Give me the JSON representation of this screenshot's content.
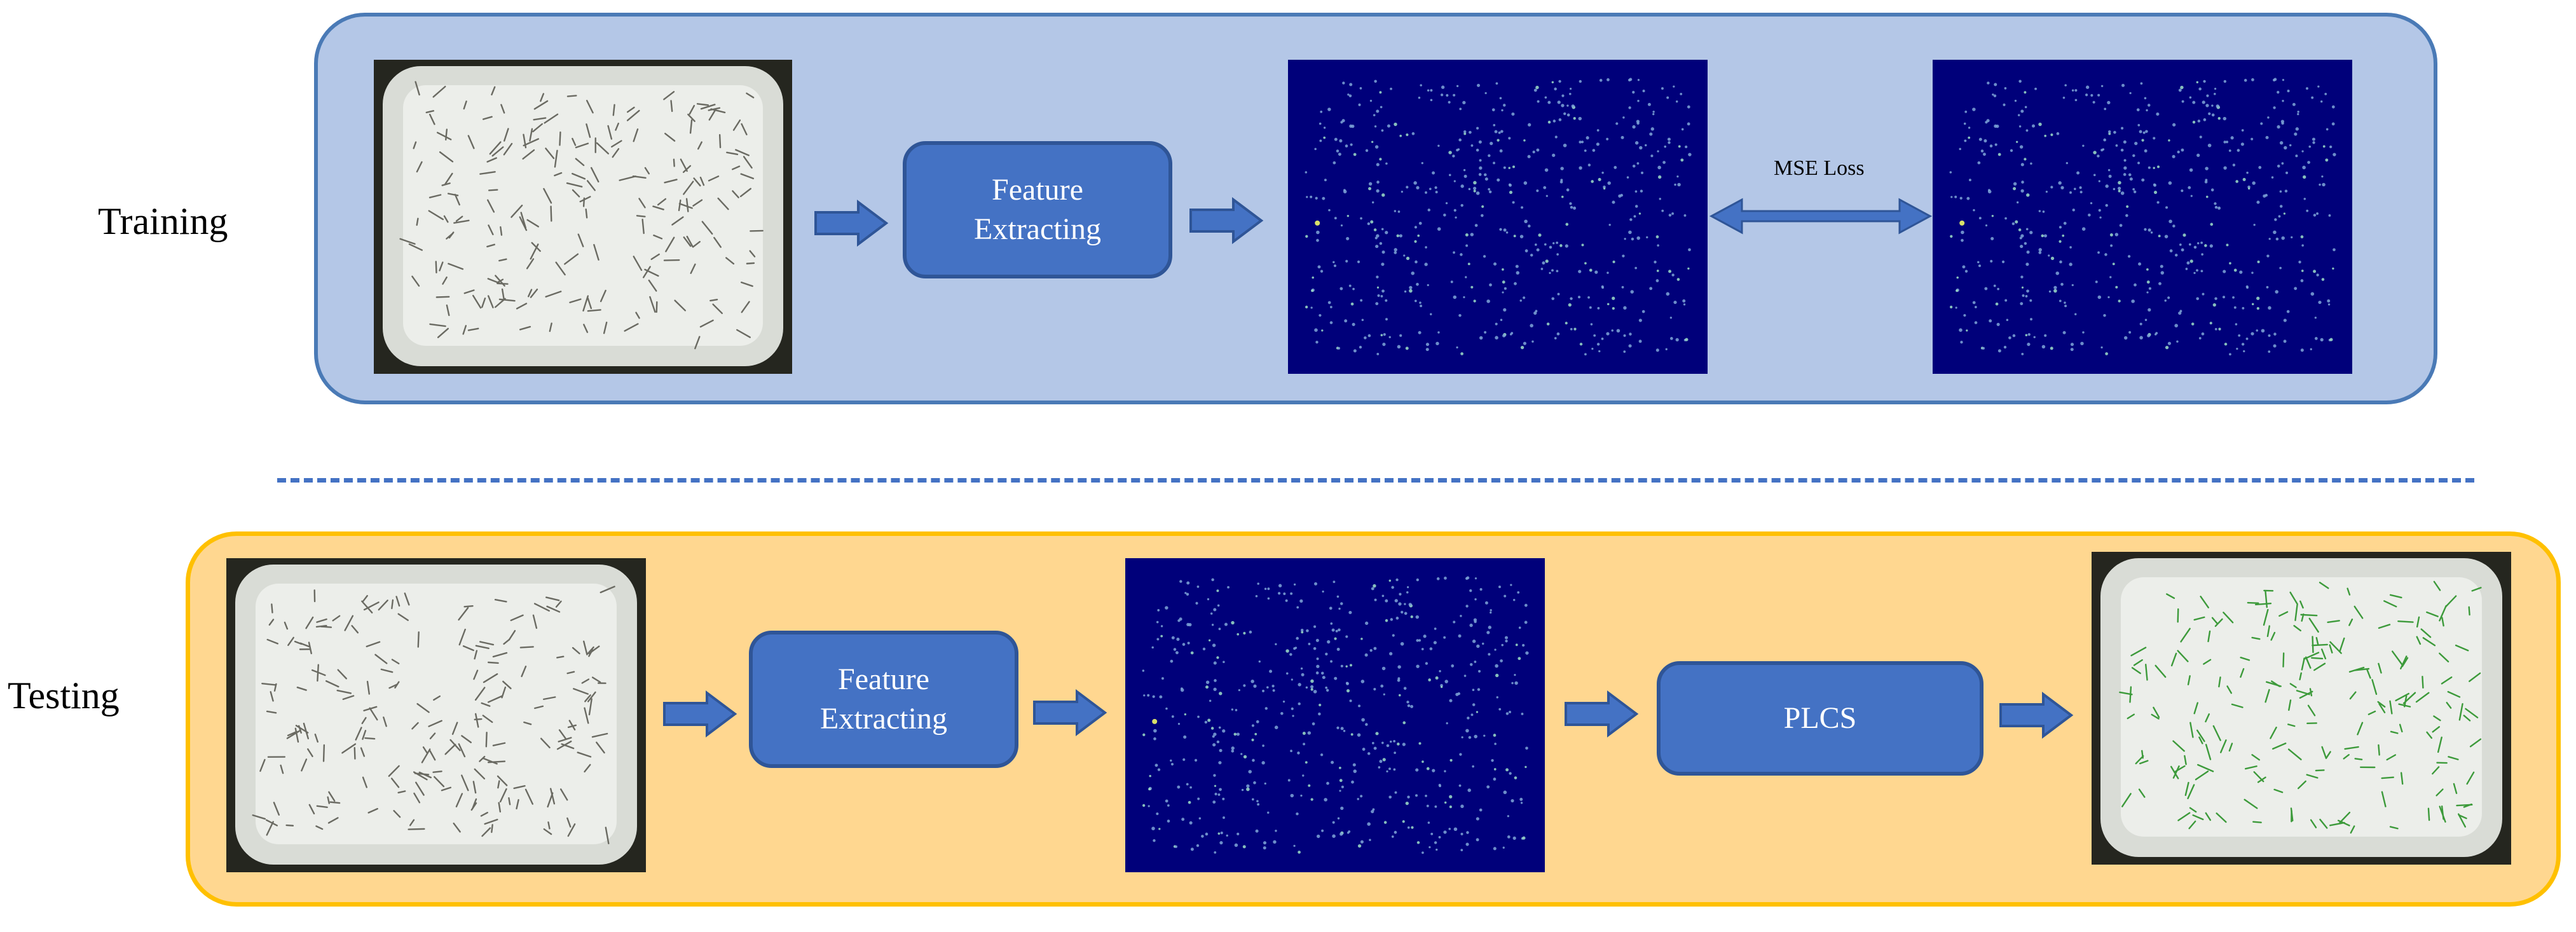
{
  "training": {
    "label": "Training",
    "feature_box": {
      "line1": "Feature",
      "line2": "Extracting"
    },
    "loss_label": "MSE Loss"
  },
  "testing": {
    "label": "Testing",
    "feature_box": {
      "line1": "Feature",
      "line2": "Extracting"
    },
    "plcs_label": "PLCS"
  },
  "colors": {
    "training_panel_fill": "#b4c7e7",
    "training_panel_border": "#4a7ab6",
    "testing_panel_fill": "#ffd790",
    "testing_panel_border": "#ffc000",
    "box_fill": "#4472c4",
    "density_map_bg": "#00007a",
    "arrow": "#4472c4"
  }
}
